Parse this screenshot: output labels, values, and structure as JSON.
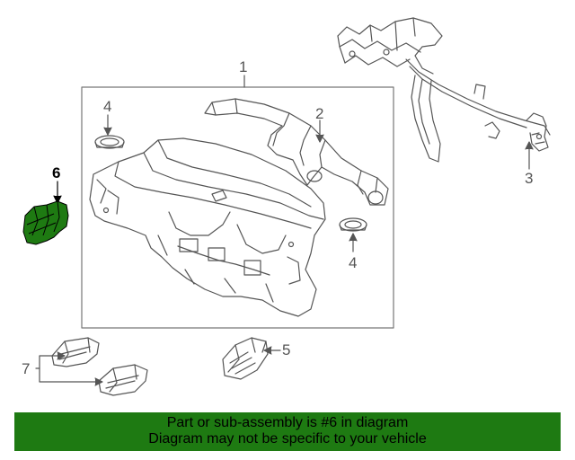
{
  "callouts": {
    "c1": "1",
    "c2": "2",
    "c3": "3",
    "c4a": "4",
    "c4b": "4",
    "c5": "5",
    "c6": "6",
    "c7": "7"
  },
  "highlight_color": "#1e7a12",
  "banner": {
    "line1": "Part or sub-assembly is #6 in diagram",
    "line2": "Diagram may not be specific to your vehicle"
  }
}
